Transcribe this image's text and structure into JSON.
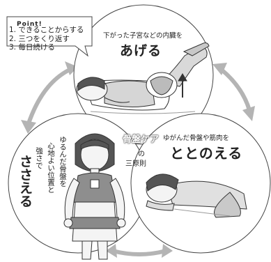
{
  "point": {
    "tag": "Point!",
    "items": [
      "1. できることからする",
      "2. 三つをくり返す",
      "3. 毎日続ける"
    ]
  },
  "top": {
    "subtitle": "下がった子宮などの内臓を",
    "title": "あげる"
  },
  "center": {
    "line1": "骨盤ケア",
    "line2": "の",
    "line3": "三原則"
  },
  "right": {
    "subtitle": "ゆがんだ骨盤や筋肉を",
    "title": "ととのえる"
  },
  "left": {
    "line1": "ゆるんだ骨盤を",
    "line2": "心地よい位置と",
    "line3": "強さで",
    "title": "ささえる"
  },
  "colors": {
    "ink": "#222222",
    "arrow": "#b4b4b4",
    "skin": "#f4f4f4",
    "hair": "#555555",
    "shade": "#8e8e8e"
  }
}
